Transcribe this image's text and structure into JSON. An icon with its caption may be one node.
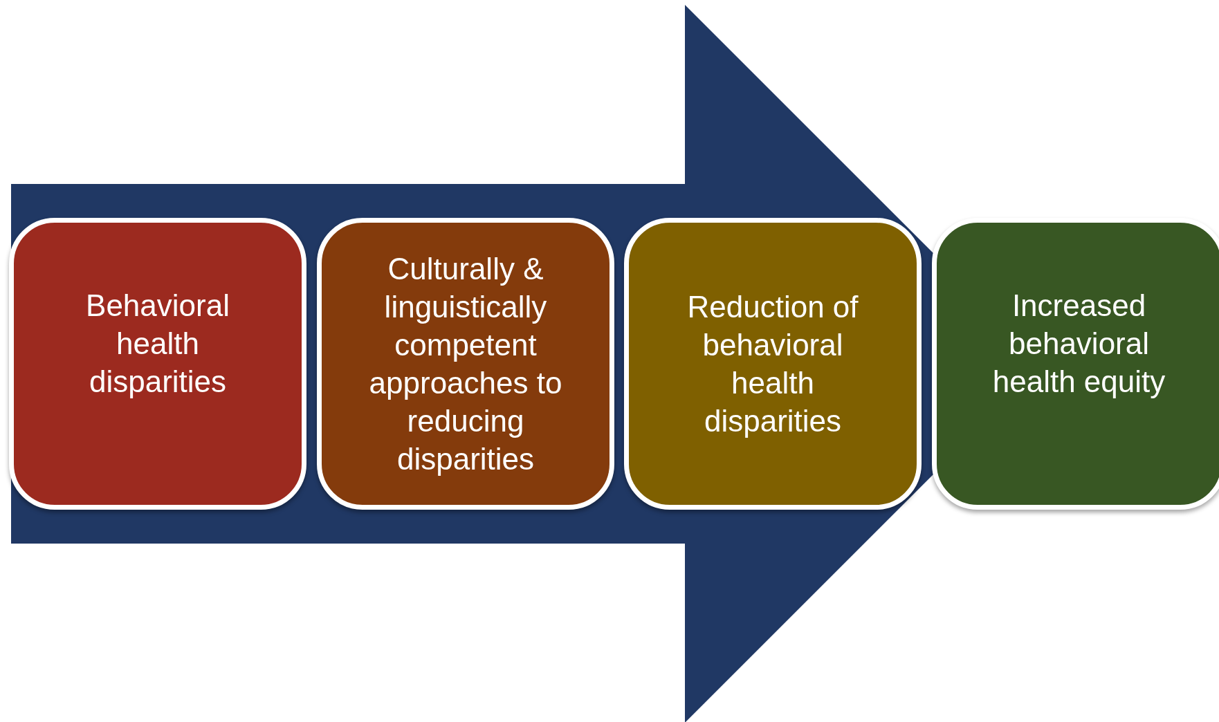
{
  "diagram": {
    "nodes": [
      {
        "text": [
          "Behavioral health disparities"
        ]
      },
      {
        "text": [
          "Culturally & linguistically competent approaches to reducing disparities"
        ]
      },
      {
        "text": [
          "Reduction of behavioral health disparities"
        ]
      },
      {
        "text": [
          "Increased behavioral health equity"
        ]
      }
    ],
    "edges": [
      {
        "from": 0,
        "to": 3,
        "arrow": "to",
        "style": "thick"
      }
    ]
  }
}
